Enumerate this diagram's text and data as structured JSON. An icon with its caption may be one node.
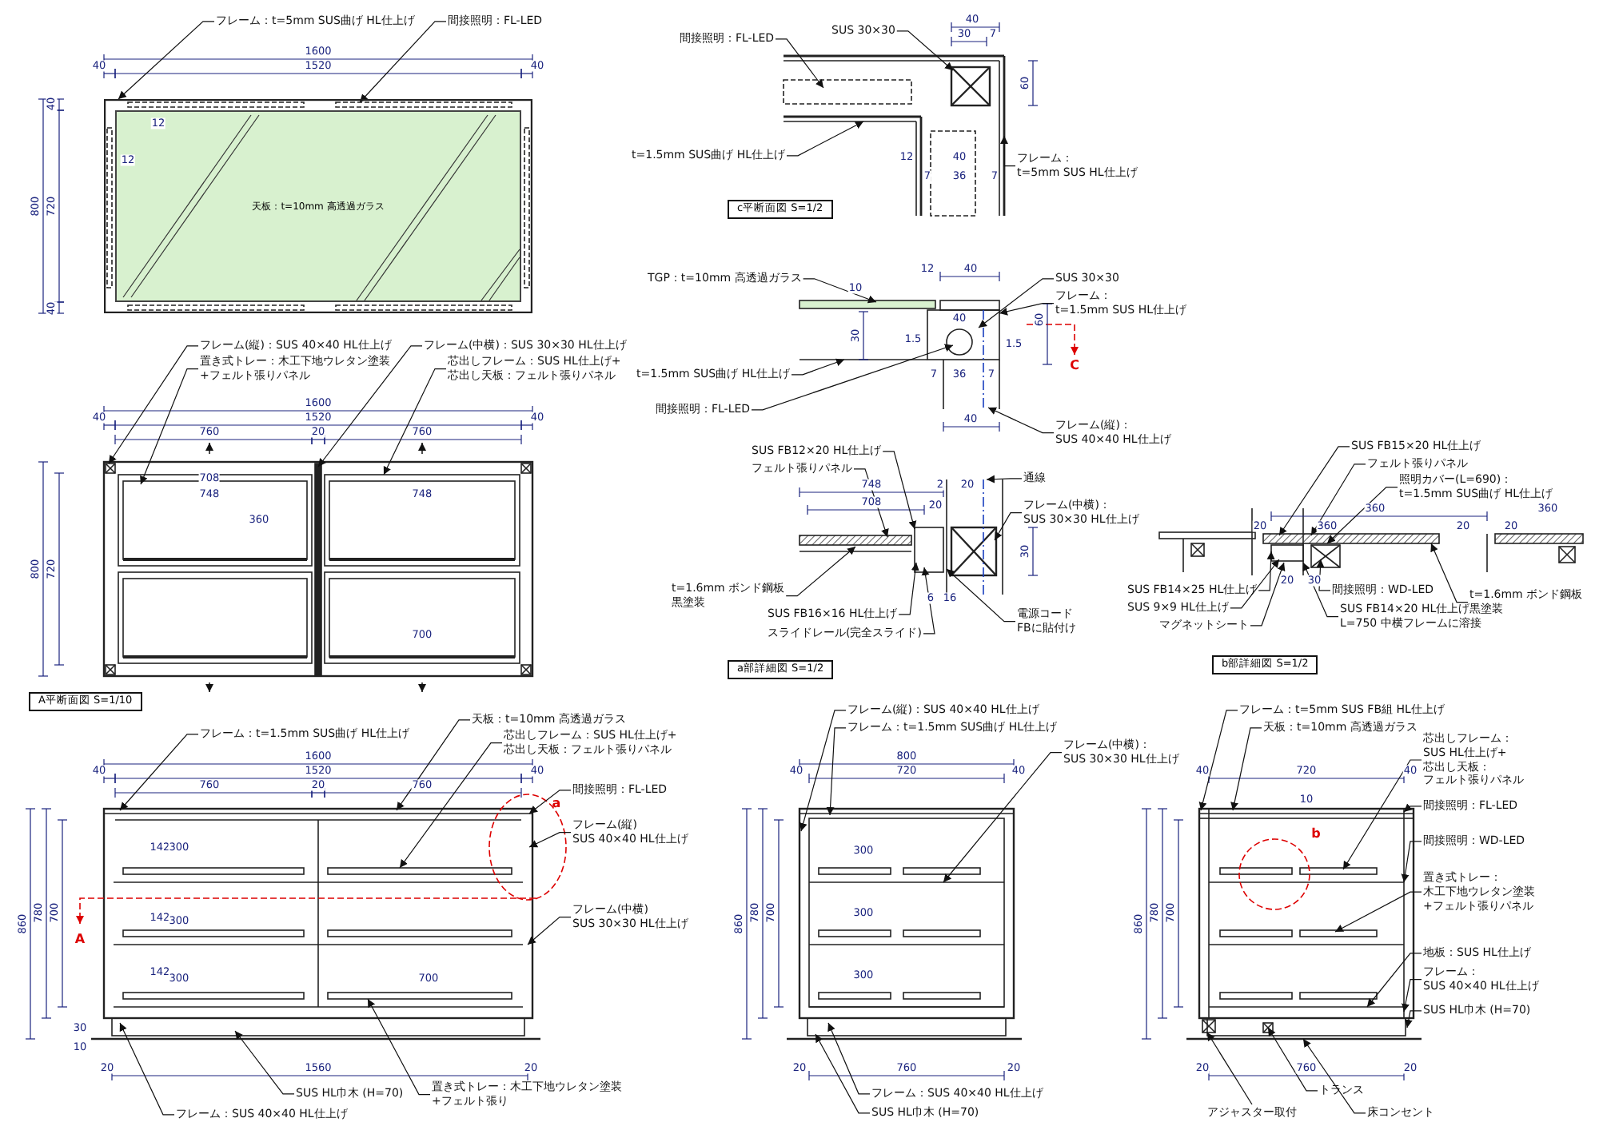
{
  "diagram": {
    "nodes": [
      {
        "text": [],
        "shape": "picture"
      },
      {
        "text": [
          "天板：t=10mm 高透過ガラス"
        ],
        "in": 0
      },
      {
        "text": [
          "フレーム：t=5mm SUS曲げ HL仕上げ"
        ]
      },
      {
        "text": [
          "間接照明：FL-LED"
        ]
      },
      {
        "text": [],
        "shape": "picture"
      },
      {
        "text": [
          "フレーム(縦)：SUS 40×40 HL仕上げ"
        ]
      },
      {
        "text": [
          "置き式トレー：木工下地ウレタン塗装+フェルト張りパネル"
        ]
      },
      {
        "text": [
          "フレーム(中横)：SUS 30×30 HL仕上げ"
        ]
      },
      {
        "text": [
          "芯出しフレーム：SUS HL仕上げ+芯出し天板：フェルト張りパネル"
        ]
      },
      {
        "text": [
          "A平断面図 S=1/10"
        ]
      },
      {
        "text": [],
        "shape": "picture"
      },
      {
        "text": [
          "間接照明：FL-LED"
        ]
      },
      {
        "text": [
          "SUS 30×30"
        ]
      },
      {
        "text": [
          "t=1.5mm SUS曲げ HL仕上げ"
        ]
      },
      {
        "text": [
          "フレーム：t=5mm SUS HL仕上げ"
        ]
      },
      {
        "text": [
          "c平断面図 S=1/2"
        ]
      },
      {
        "text": [],
        "shape": "picture"
      },
      {
        "text": [
          "TGP：t=10mm 高透過ガラス"
        ]
      },
      {
        "text": [
          "SUS 30×30"
        ]
      },
      {
        "text": [
          "フレーム：t=1.5mm SUS HL仕上げ"
        ]
      },
      {
        "text": [
          "t=1.5mm SUS曲げ HL仕上げ"
        ]
      },
      {
        "text": [
          "間接照明：FL-LED"
        ]
      },
      {
        "text": [
          "フレーム(縦)：SUS 40×40 HL仕上げ"
        ]
      },
      {
        "text": [],
        "shape": "picture"
      },
      {
        "text": [
          "SUS FB12×20 HL仕上げ"
        ]
      },
      {
        "text": [
          "フェルト張りパネル"
        ]
      },
      {
        "text": [
          "通線"
        ]
      },
      {
        "text": [
          "フレーム(中横)：SUS 30×30 HL仕上げ"
        ]
      },
      {
        "text": [
          "t=1.6mm ボンド鋼板黒塗装"
        ]
      },
      {
        "text": [
          "SUS FB16×16 HL仕上げ"
        ]
      },
      {
        "text": [
          "スライドレール(完全スライド)"
        ]
      },
      {
        "text": [
          "電源コードFBに貼付け"
        ]
      },
      {
        "text": [
          "a部詳細図 S=1/2"
        ]
      },
      {
        "text": [],
        "shape": "picture"
      },
      {
        "text": [
          "SUS FB15×20 HL仕上げ"
        ]
      },
      {
        "text": [
          "フェルト張りパネル"
        ]
      },
      {
        "text": [
          "照明カバー(L=690)：t=1.5mm SUS曲げ HL仕上げ"
        ]
      },
      {
        "text": [
          "SUS FB14×25 HL仕上げ"
        ]
      },
      {
        "text": [
          "SUS 9×9 HL仕上げ"
        ]
      },
      {
        "text": [
          "マグネットシート"
        ]
      },
      {
        "text": [
          "間接照明：WD-LED"
        ]
      },
      {
        "text": [
          "SUS FB14×20 HL仕上げL=750 中横フレームに溶接"
        ]
      },
      {
        "text": [
          "t=1.6mm ボンド鋼板黒塗装"
        ]
      },
      {
        "text": [
          "b部詳細図 S=1/2"
        ]
      },
      {
        "text": [],
        "shape": "picture"
      },
      {
        "text": [
          "フレーム：t=1.5mm SUS曲げ HL仕上げ"
        ]
      },
      {
        "text": [
          "天板：t=10mm 高透過ガラス"
        ]
      },
      {
        "text": [
          "芯出しフレーム：SUS HL仕上げ+芯出し天板：フェルト張りパネル"
        ]
      },
      {
        "text": [
          "間接照明：FL-LED"
        ]
      },
      {
        "text": [
          "フレーム(縦)SUS 40×40 HL仕上げ"
        ]
      },
      {
        "text": [
          "フレーム(中横)SUS 30×30 HL仕上げ"
        ]
      },
      {
        "text": [
          "SUS HL巾木 (H=70)"
        ]
      },
      {
        "text": [
          "置き式トレー：木工下地ウレタン塗装+フェルト張り"
        ]
      },
      {
        "text": [
          "フレーム：SUS 40×40 HL仕上げ"
        ]
      },
      {
        "text": [],
        "shape": "picture"
      },
      {
        "text": [
          "フレーム(縦)：SUS 40×40 HL仕上げ"
        ]
      },
      {
        "text": [
          "フレーム：t=1.5mm SUS曲げ HL仕上げ"
        ]
      },
      {
        "text": [
          "フレーム(中横)：SUS 30×30 HL仕上げ"
        ]
      },
      {
        "text": [
          "フレーム：SUS 40×40 HL仕上げ"
        ]
      },
      {
        "text": [
          "SUS HL巾木 (H=70)"
        ]
      },
      {
        "text": [],
        "shape": "picture"
      },
      {
        "text": [
          "フレーム：t=5mm SUS FB組 HL仕上げ"
        ]
      },
      {
        "text": [
          "天板：t=10mm 高透過ガラス"
        ]
      },
      {
        "text": [
          "芯出しフレーム：SUS HL仕上げ+芯出し天板：フェルト張りパネル"
        ]
      },
      {
        "text": [
          "間接照明：FL-LED"
        ]
      },
      {
        "text": [
          "間接照明：WD-LED"
        ]
      },
      {
        "text": [
          "置き式トレー：木工下地ウレタン塗装+フェルト張りパネル"
        ]
      },
      {
        "text": [
          "地板：SUS HL仕上げ"
        ]
      },
      {
        "text": [
          "フレーム：SUS 40×40 HL仕上げ"
        ]
      },
      {
        "text": [
          "SUS HL巾木 (H=70)"
        ]
      },
      {
        "text": [
          "アジャスター取付"
        ]
      },
      {
        "text": [
          "トランス"
        ]
      },
      {
        "text": [
          "床コンセント"
        ]
      }
    ],
    "edges": [
      {
        "from": 2,
        "to": 0,
        "arrow": "to"
      },
      {
        "from": 3,
        "to": 0,
        "arrow": "to"
      },
      {
        "from": 5,
        "to": 4,
        "arrow": "to"
      },
      {
        "from": 6,
        "to": 4,
        "arrow": "to"
      },
      {
        "from": 7,
        "to": 4,
        "arrow": "to"
      },
      {
        "from": 8,
        "to": 4,
        "arrow": "to"
      },
      {
        "from": 11,
        "to": 10,
        "arrow": "to"
      },
      {
        "from": 12,
        "to": 10,
        "arrow": "to"
      },
      {
        "from": 13,
        "to": 10,
        "arrow": "to"
      },
      {
        "from": 14,
        "to": 10,
        "arrow": "to"
      },
      {
        "from": 17,
        "to": 16,
        "arrow": "to"
      },
      {
        "from": 18,
        "to": 16,
        "arrow": "to"
      },
      {
        "from": 19,
        "to": 16,
        "arrow": "to"
      },
      {
        "from": 20,
        "to": 16,
        "arrow": "to"
      },
      {
        "from": 21,
        "to": 16,
        "arrow": "to"
      },
      {
        "from": 22,
        "to": 16,
        "arrow": "to"
      },
      {
        "from": 24,
        "to": 23,
        "arrow": "to"
      },
      {
        "from": 25,
        "to": 23,
        "arrow": "to"
      },
      {
        "from": 26,
        "to": 23,
        "arrow": "to"
      },
      {
        "from": 27,
        "to": 23,
        "arrow": "to"
      },
      {
        "from": 28,
        "to": 23,
        "arrow": "to"
      },
      {
        "from": 29,
        "to": 23,
        "arrow": "to"
      },
      {
        "from": 30,
        "to": 23,
        "arrow": "to"
      },
      {
        "from": 31,
        "to": 23,
        "arrow": "to"
      },
      {
        "from": 34,
        "to": 33,
        "arrow": "to"
      },
      {
        "from": 35,
        "to": 33,
        "arrow": "to"
      },
      {
        "from": 36,
        "to": 33,
        "arrow": "to"
      },
      {
        "from": 37,
        "to": 33,
        "arrow": "to"
      },
      {
        "from": 38,
        "to": 33,
        "arrow": "to"
      },
      {
        "from": 39,
        "to": 33,
        "arrow": "to"
      },
      {
        "from": 40,
        "to": 33,
        "arrow": "to"
      },
      {
        "from": 41,
        "to": 33,
        "arrow": "to"
      },
      {
        "from": 42,
        "to": 33,
        "arrow": "to"
      },
      {
        "from": 45,
        "to": 44,
        "arrow": "to"
      },
      {
        "from": 46,
        "to": 44,
        "arrow": "to"
      },
      {
        "from": 47,
        "to": 44,
        "arrow": "to"
      },
      {
        "from": 48,
        "to": 44,
        "arrow": "to"
      },
      {
        "from": 49,
        "to": 44,
        "arrow": "to"
      },
      {
        "from": 50,
        "to": 44,
        "arrow": "to"
      },
      {
        "from": 51,
        "to": 44,
        "arrow": "to"
      },
      {
        "from": 52,
        "to": 44,
        "arrow": "to"
      },
      {
        "from": 53,
        "to": 44,
        "arrow": "to"
      },
      {
        "from": 55,
        "to": 54,
        "arrow": "to"
      },
      {
        "from": 56,
        "to": 54,
        "arrow": "to"
      },
      {
        "from": 57,
        "to": 54,
        "arrow": "to"
      },
      {
        "from": 58,
        "to": 54,
        "arrow": "to"
      },
      {
        "from": 59,
        "to": 54,
        "arrow": "to"
      },
      {
        "from": 61,
        "to": 60,
        "arrow": "to"
      },
      {
        "from": 62,
        "to": 60,
        "arrow": "to"
      },
      {
        "from": 63,
        "to": 60,
        "arrow": "to"
      },
      {
        "from": 64,
        "to": 60,
        "arrow": "to"
      },
      {
        "from": 65,
        "to": 60,
        "arrow": "to"
      },
      {
        "from": 66,
        "to": 60,
        "arrow": "to"
      },
      {
        "from": 67,
        "to": 60,
        "arrow": "to"
      },
      {
        "from": 68,
        "to": 60,
        "arrow": "to"
      },
      {
        "from": 69,
        "to": 60,
        "arrow": "to"
      },
      {
        "from": 70,
        "to": 60,
        "arrow": "to"
      },
      {
        "from": 71,
        "to": 60,
        "arrow": "to"
      },
      {
        "from": 72,
        "to": 60,
        "arrow": "to"
      }
    ],
    "labels": [
      "1600",
      "40",
      "1520",
      "40",
      "40",
      "12",
      "12",
      "800",
      "720",
      "40",
      "1600",
      "40",
      "1520",
      "40",
      "760",
      "20",
      "760",
      "708",
      "748",
      "748",
      "360",
      "800",
      "720",
      "700",
      "40",
      "30",
      "7",
      "60",
      "12",
      "40",
      "7",
      "36",
      "7",
      "12",
      "40",
      "10",
      "40",
      "60",
      "30",
      "1.5",
      "1.5",
      "7",
      "36",
      "7",
      "40",
      "748",
      "2",
      "20",
      "708",
      "20",
      "30",
      "6",
      "16",
      "360",
      "360",
      "20",
      "360",
      "20",
      "20",
      "20",
      "30",
      "1600",
      "40",
      "1520",
      "40",
      "760",
      "20",
      "760",
      "142",
      "300",
      "860",
      "780",
      "700",
      "142",
      "300",
      "142",
      "300",
      "700",
      "30",
      "10",
      "20",
      "1560",
      "20",
      "800",
      "40",
      "720",
      "40",
      "300",
      "860",
      "780",
      "700",
      "300",
      "300",
      "20",
      "760",
      "20",
      "40",
      "720",
      "40",
      "10",
      "860",
      "780",
      "700",
      "20",
      "760",
      "20",
      "A",
      "a",
      "b",
      "C"
    ]
  }
}
